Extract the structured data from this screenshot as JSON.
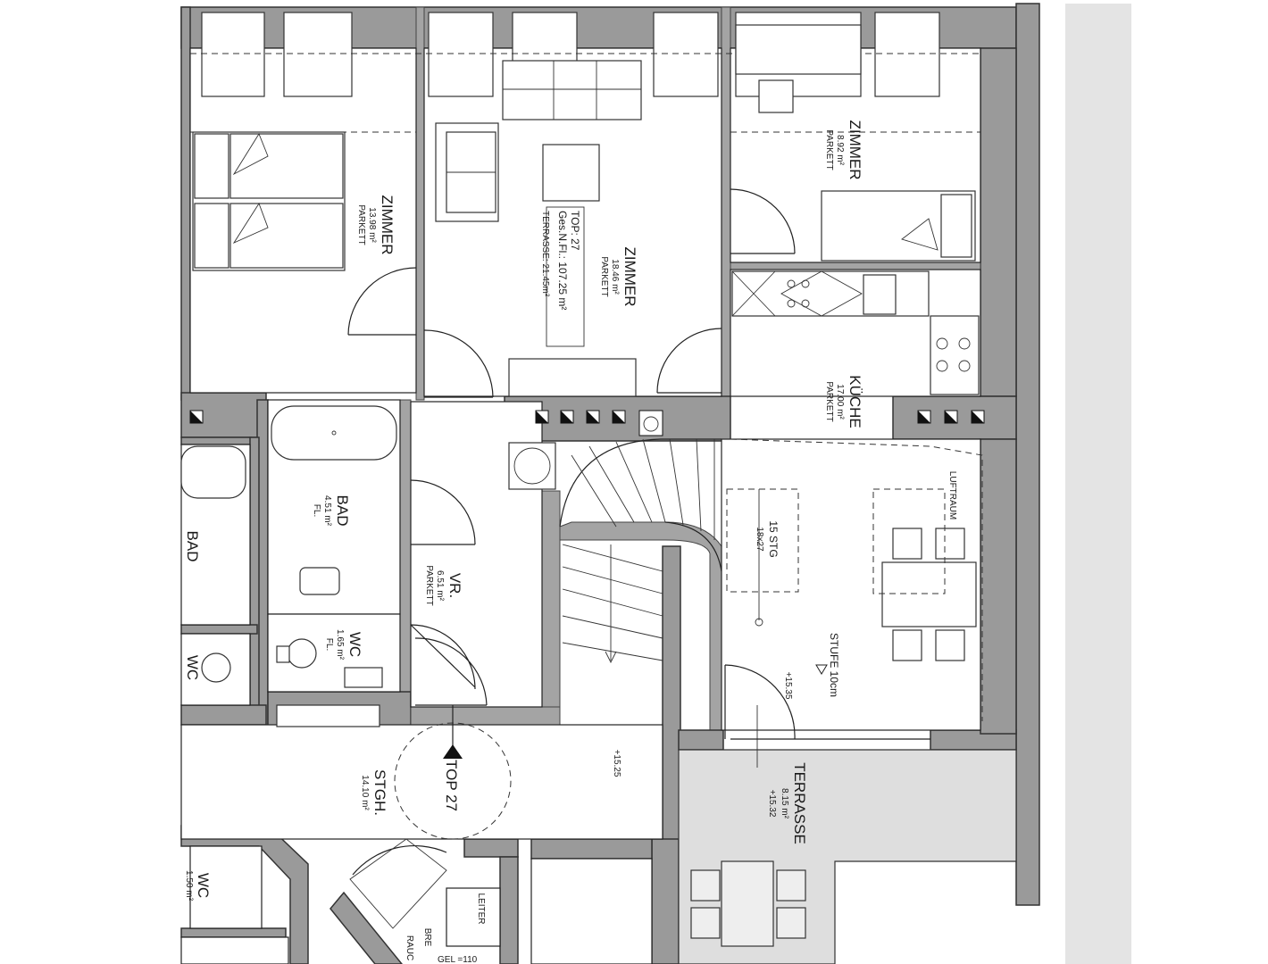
{
  "plan": {
    "unit_tag": {
      "top": "TOP: 27",
      "net_area": "Ges.N.Fl.: 107.25 m²",
      "terrace": "TERRASSE: 21.45m²"
    },
    "rooms": [
      {
        "id": "zimmer-1",
        "name": "ZIMMER",
        "area": "13.98 m²",
        "floor": "PARKETT"
      },
      {
        "id": "zimmer-2",
        "name": "ZIMMER",
        "area": "18.46 m²",
        "floor": "PARKETT"
      },
      {
        "id": "zimmer-3",
        "name": "ZIMMER",
        "area": "8.92 m²",
        "floor": "PARKETT"
      },
      {
        "id": "kueche",
        "name": "KÜCHE",
        "area": "17.00 m²",
        "floor": "PARKETT"
      },
      {
        "id": "bad",
        "name": "BAD",
        "area": "4.51 m²",
        "floor": "FL."
      },
      {
        "id": "vr",
        "name": "VR.",
        "area": "6.51 m²",
        "floor": "PARKETT"
      },
      {
        "id": "wc",
        "name": "WC",
        "area": "1.65 m²",
        "floor": "FL."
      },
      {
        "id": "stgh",
        "name": "STGH.",
        "area": "14.10 m²",
        "floor": ""
      },
      {
        "id": "terrasse",
        "name": "TERRASSE",
        "area": "8.15 m²",
        "floor": "+15.32"
      }
    ],
    "neighbor_rooms": [
      {
        "name": "BAD"
      },
      {
        "name": "WC"
      },
      {
        "name": "WC",
        "area": "1.50 m²"
      }
    ],
    "annotations": {
      "stairs": "15 STG",
      "stairs_dim": "18x27",
      "step": "STUFE 10cm",
      "level_1": "+15.35",
      "level_2": "+15.25",
      "luftraum": "LUFTRAUM",
      "entrance_marker": "TOP 27",
      "leiter": "LEITER",
      "bre": "BRE",
      "rauch": "RAUC",
      "gel": "GEL =110"
    },
    "colors": {
      "wall": "#9a9a9a",
      "terrace": "#dedede",
      "side_panel": "#e4e4e4"
    }
  }
}
